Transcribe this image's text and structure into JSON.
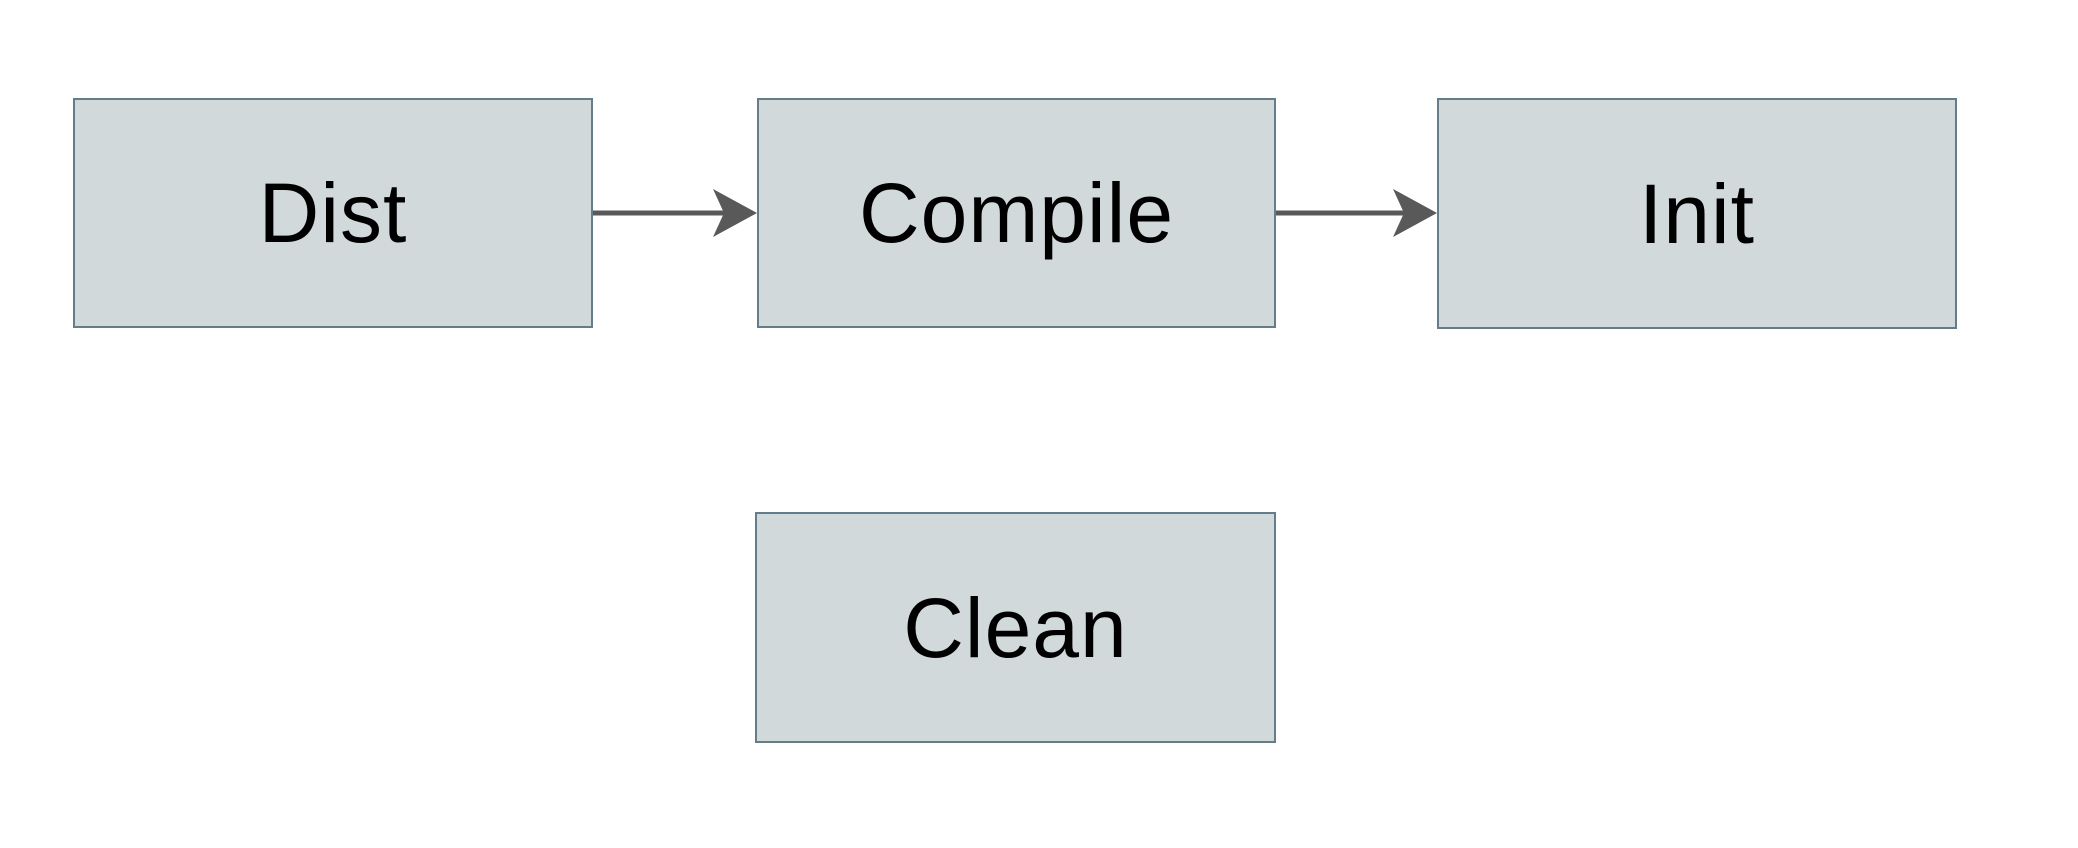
{
  "diagram": {
    "type": "flowchart",
    "nodes": [
      {
        "id": "dist",
        "label": "Dist"
      },
      {
        "id": "compile",
        "label": "Compile"
      },
      {
        "id": "init",
        "label": "Init"
      },
      {
        "id": "clean",
        "label": "Clean"
      }
    ],
    "edges": [
      {
        "from": "Dist",
        "to": "Compile",
        "style": "arrow-right"
      },
      {
        "from": "Compile",
        "to": "Init",
        "style": "arrow-right"
      }
    ],
    "colors": {
      "background": "#ffffff",
      "node_fill": "#d2d9db",
      "node_border": "#657d8b",
      "arrow": "#595959",
      "label": "#000000"
    }
  }
}
